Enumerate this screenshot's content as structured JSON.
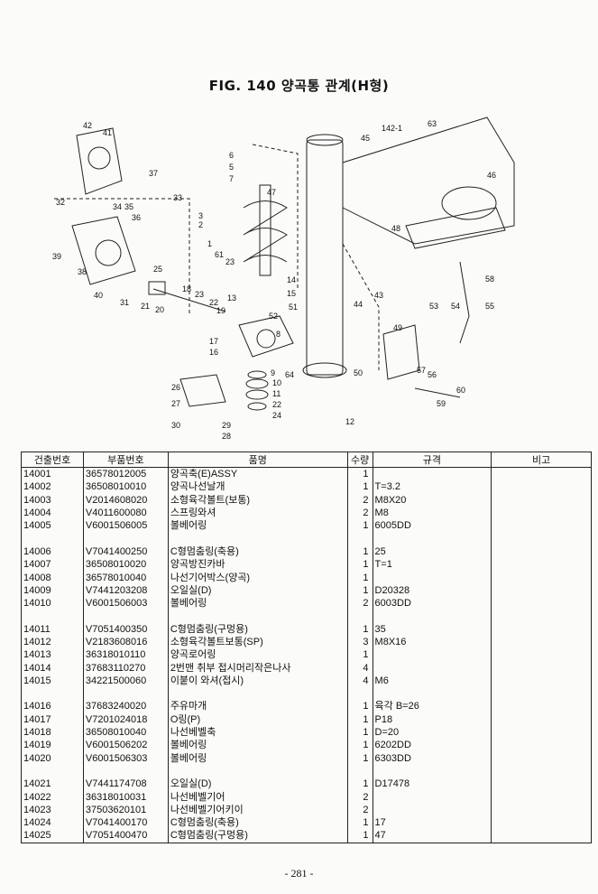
{
  "title": "FIG. 140 양곡통 관계(H형)",
  "diagram_labels": [
    "42",
    "41",
    "37",
    "32",
    "33",
    "34",
    "35",
    "36",
    "3",
    "2",
    "1",
    "6",
    "5",
    "7",
    "47",
    "45",
    "142-1",
    "63",
    "46",
    "48",
    "39",
    "38",
    "40",
    "25",
    "31",
    "21",
    "20",
    "18",
    "23",
    "22",
    "19",
    "61",
    "23",
    "13",
    "14",
    "15",
    "51",
    "52",
    "8",
    "17",
    "16",
    "43",
    "44",
    "53",
    "54",
    "55",
    "58",
    "49",
    "50",
    "57",
    "56",
    "64",
    "9",
    "10",
    "11",
    "22",
    "24",
    "26",
    "27",
    "30",
    "29",
    "28",
    "12",
    "60",
    "59"
  ],
  "table": {
    "headers": [
      "건출번호",
      "부품번호",
      "품명",
      "수량",
      "규격",
      "비고"
    ],
    "rows": [
      [
        "14001",
        "36578012005",
        "양곡축(E)ASSY",
        "1",
        "",
        ""
      ],
      [
        "14002",
        "36508010010",
        "양곡나선날개",
        "1",
        "T=3.2",
        ""
      ],
      [
        "14003",
        "V2014608020",
        "소형육각볼트(보통)",
        "2",
        "M8X20",
        ""
      ],
      [
        "14004",
        "V4011600080",
        "스프링와셔",
        "2",
        "M8",
        ""
      ],
      [
        "14005",
        "V6001506005",
        "볼베어링",
        "1",
        "6005DD",
        ""
      ],
      [
        "",
        "",
        "",
        "",
        "",
        ""
      ],
      [
        "14006",
        "V7041400250",
        "C형멈춤링(축용)",
        "1",
        "25",
        ""
      ],
      [
        "14007",
        "36508010020",
        "양곡방진카바",
        "1",
        "T=1",
        ""
      ],
      [
        "14008",
        "36578010040",
        "나선기어박스(양곡)",
        "1",
        "",
        ""
      ],
      [
        "14009",
        "V7441203208",
        "오일실(D)",
        "1",
        "D20328",
        ""
      ],
      [
        "14010",
        "V6001506003",
        "볼베어링",
        "2",
        "6003DD",
        ""
      ],
      [
        "",
        "",
        "",
        "",
        "",
        ""
      ],
      [
        "14011",
        "V7051400350",
        "C형멈춤링(구멍용)",
        "1",
        "35",
        ""
      ],
      [
        "14012",
        "V2183608016",
        "소형육각볼트보통(SP)",
        "3",
        "M8X16",
        ""
      ],
      [
        "14013",
        "36318010110",
        "양곡로어링",
        "1",
        "",
        ""
      ],
      [
        "14014",
        "37683110270",
        "2번맨 취부 접시머리작은나사",
        "4",
        "",
        ""
      ],
      [
        "14015",
        "34221500060",
        "이붙이 와셔(접시)",
        "4",
        "M6",
        ""
      ],
      [
        "",
        "",
        "",
        "",
        "",
        ""
      ],
      [
        "14016",
        "37683240020",
        "주유마개",
        "1",
        "육각 B=26",
        ""
      ],
      [
        "14017",
        "V7201024018",
        "O링(P)",
        "1",
        "P18",
        ""
      ],
      [
        "14018",
        "36508010040",
        "나선베벨축",
        "1",
        "D=20",
        ""
      ],
      [
        "14019",
        "V6001506202",
        "볼베어링",
        "1",
        "6202DD",
        ""
      ],
      [
        "14020",
        "V6001506303",
        "볼베어링",
        "1",
        "6303DD",
        ""
      ],
      [
        "",
        "",
        "",
        "",
        "",
        ""
      ],
      [
        "14021",
        "V7441174708",
        "오일실(D)",
        "1",
        "D17478",
        ""
      ],
      [
        "14022",
        "36318010031",
        "나선베벨기어",
        "2",
        "",
        ""
      ],
      [
        "14023",
        "37503620101",
        "나선베벨기어키이",
        "2",
        "",
        ""
      ],
      [
        "14024",
        "V7041400170",
        "C형멈춤링(축용)",
        "1",
        "17",
        ""
      ],
      [
        "14025",
        "V7051400470",
        "C형멈춤링(구멍용)",
        "1",
        "47",
        ""
      ]
    ]
  },
  "page_number": "- 281 -"
}
